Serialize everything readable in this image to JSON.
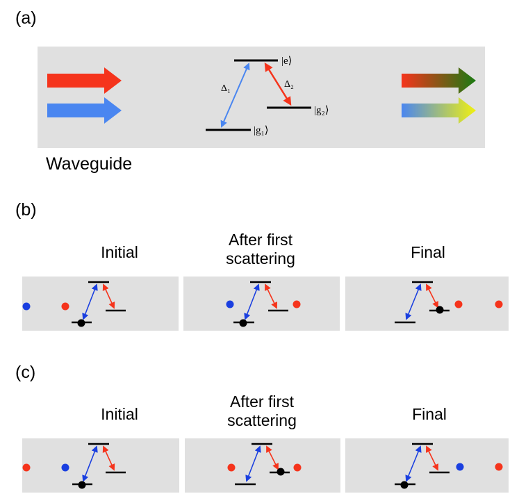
{
  "panel_a": {
    "label": "(a)",
    "waveguide_label": "Waveguide",
    "level_e": "|e⟩",
    "level_g1": "|g₁⟩",
    "level_g2": "|g₂⟩",
    "delta1": "Δ₁",
    "delta2": "Δ₂"
  },
  "panel_b": {
    "label": "(b)",
    "titles": [
      "Initial",
      "After first\nscattering",
      "Final"
    ]
  },
  "panel_c": {
    "label": "(c)",
    "titles": [
      "Initial",
      "After first\nscattering",
      "Final"
    ]
  },
  "colors": {
    "red": "#f5341c",
    "blue": "#4a86f0",
    "green": "#1a7a12",
    "yellow": "#f0f010",
    "box": "#e0e0e0"
  }
}
